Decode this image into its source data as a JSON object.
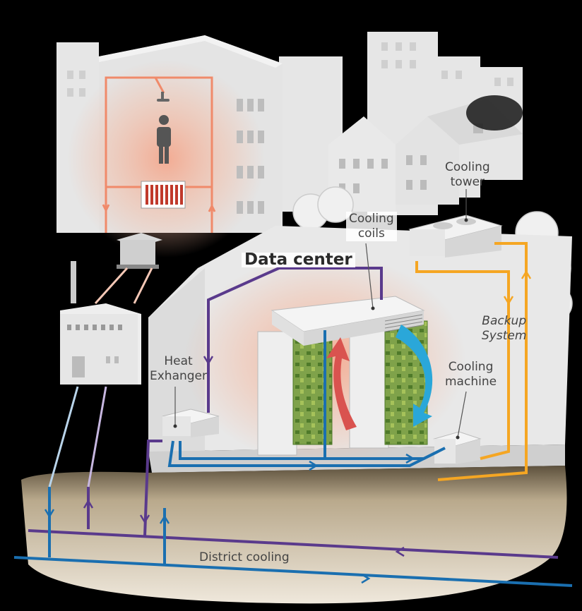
{
  "labels": {
    "data_center": "Data center",
    "cooling_coils": "Cooling\ncoils",
    "cooling_tower": "Cooling\ntower",
    "backup_system": "Backup\nSystem",
    "heat_exchanger": "Heat\nExhanger",
    "cooling_machine": "Cooling\nmachine",
    "district_cooling": "District cooling"
  },
  "colors": {
    "background": "#000000",
    "building": "#e2e2e2",
    "building_dark": "#c9c9c9",
    "warm_pipe": "#f08a6a",
    "heat_glow": "#f4a58a",
    "cold_pipe": "#1a6fb0",
    "return_pipe": "#5a3a8c",
    "backup_pipe": "#f5a623",
    "hot_arrow": "#d9534f",
    "cool_arrow": "#2aa7d9",
    "ground": "#b9a98c",
    "server_green": "#5a8a3a"
  }
}
